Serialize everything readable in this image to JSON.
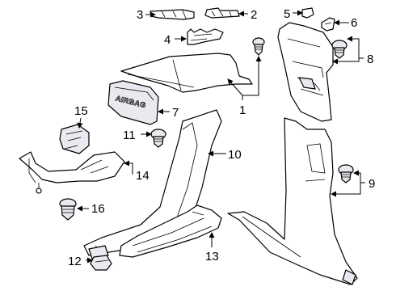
{
  "callouts": {
    "c1": "1",
    "c2": "2",
    "c3": "3",
    "c4": "4",
    "c5": "5",
    "c6": "6",
    "c7": "7",
    "c8": "8",
    "c9": "9",
    "c10": "10",
    "c11": "11",
    "c12": "12",
    "c13": "13",
    "c14": "14",
    "c15": "15",
    "c16": "16"
  },
  "airbag_cover_text": "AIRBAG"
}
